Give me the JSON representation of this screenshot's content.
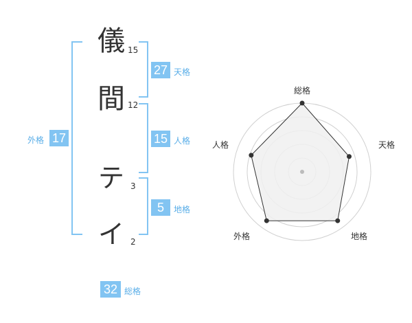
{
  "name": {
    "chars": [
      {
        "char": "儀",
        "strokes": "15"
      },
      {
        "char": "間",
        "strokes": "12"
      },
      {
        "char": "テ",
        "strokes": "3"
      },
      {
        "char": "イ",
        "strokes": "2"
      }
    ]
  },
  "fortunes": {
    "tenkaku": {
      "label": "天格",
      "value": "27"
    },
    "jinkaku": {
      "label": "人格",
      "value": "15"
    },
    "chikaku": {
      "label": "地格",
      "value": "5"
    },
    "gaikaku": {
      "label": "外格",
      "value": "17"
    },
    "soukaku": {
      "label": "総格",
      "value": "32"
    }
  },
  "colors": {
    "accent": "#82c4f2",
    "accent_text": "#5aaee8",
    "text": "#333333",
    "radar_fill": "#f0f0f0",
    "radar_ring": "#d0d0d0"
  },
  "chart_data": {
    "type": "radar",
    "axes": [
      "総格",
      "天格",
      "地格",
      "外格",
      "人格"
    ],
    "series": [
      {
        "values": [
          1.0,
          0.72,
          0.88,
          0.88,
          0.78
        ]
      }
    ],
    "rings": 5,
    "rmax": 1.0
  }
}
